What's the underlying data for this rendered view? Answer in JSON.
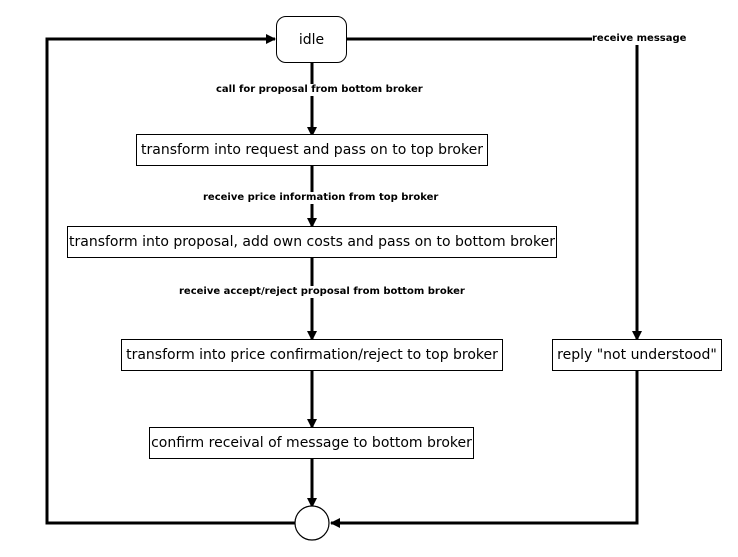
{
  "nodes": {
    "idle": "idle",
    "transform_request": "transform into request and pass on to top broker",
    "transform_proposal": "transform into proposal, add own costs and pass on to bottom broker",
    "transform_confirmation": "transform into price confirmation/reject to top broker",
    "confirm_receival": "confirm receival of message to bottom broker",
    "reply_not_understood": "reply \"not understood\""
  },
  "edges": {
    "call_for_proposal": "call for proposal from bottom broker",
    "receive_price_info": "receive price information from top broker",
    "receive_accept_reject": "receive accept/reject proposal from bottom broker",
    "receive_message": "receive message"
  }
}
